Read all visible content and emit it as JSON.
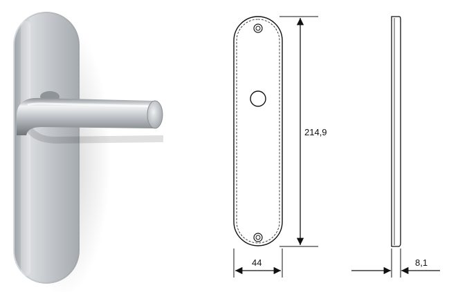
{
  "product": {
    "view": "photo-and-technical-drawing",
    "colors": {
      "metal_light": "#e6e8ea",
      "metal_mid": "#b9bdc1",
      "metal_dark": "#8e9398",
      "line": "#111111",
      "background": "#ffffff"
    }
  },
  "dimensions": {
    "height_label": "214,9",
    "width_label": "44",
    "thickness_label": "8,1"
  }
}
